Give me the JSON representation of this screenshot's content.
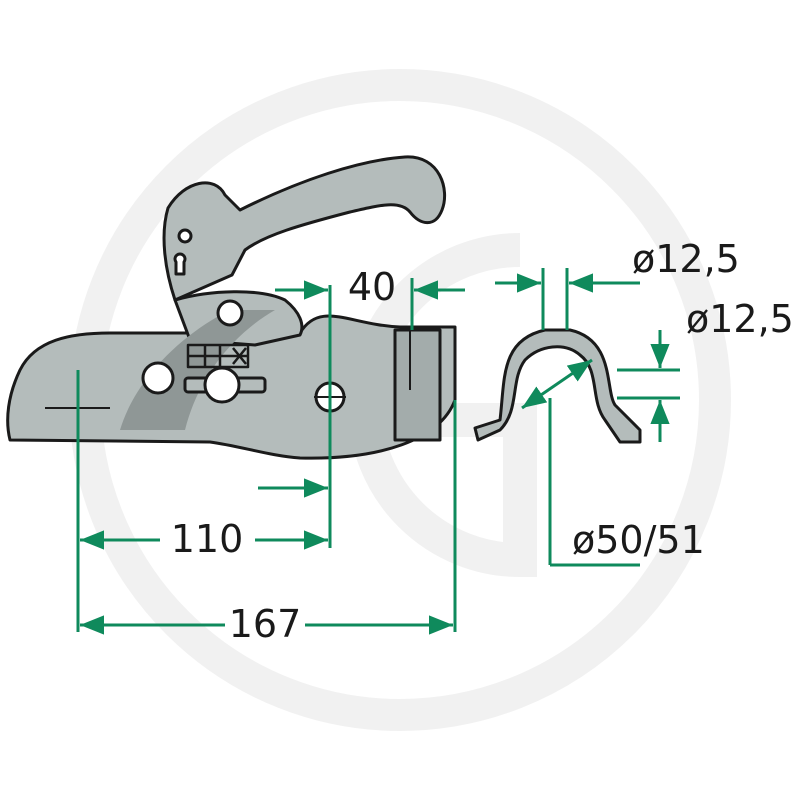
{
  "colors": {
    "dimension": "#0f8a5c",
    "part_fill": "#b4bcbb",
    "part_shadow": "#8f9796",
    "outline": "#1a1a1a",
    "watermark": "#f1f1f1"
  },
  "dimensions": {
    "overall_length": "167",
    "ball_center_to_hole": "110",
    "hole_spacing": "40",
    "bracket_hole_width": "ø12,5",
    "bracket_hole_height": "ø12,5",
    "drawbar_diameter": "ø50/51"
  }
}
